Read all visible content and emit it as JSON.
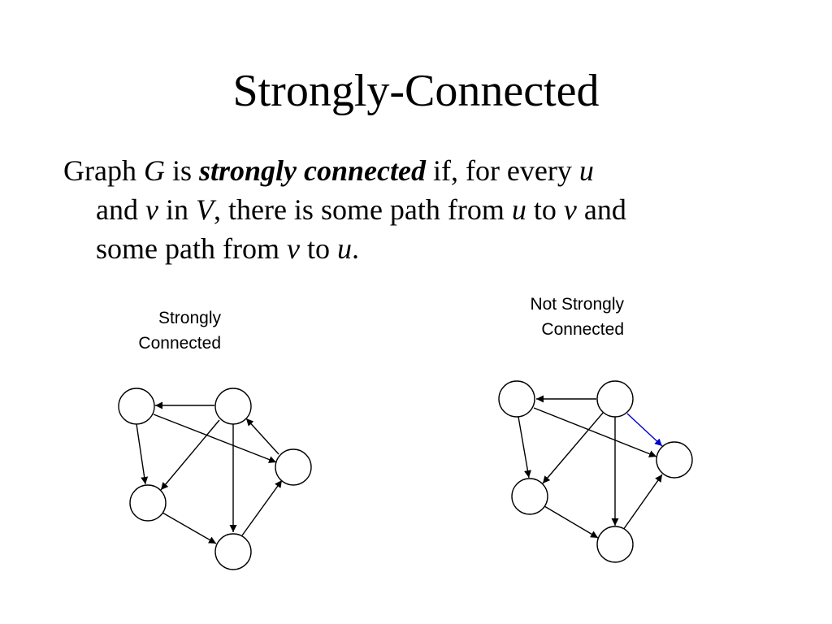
{
  "slide": {
    "title": "Strongly-Connected",
    "definition": {
      "line1": {
        "p1": "Graph ",
        "p2": "G",
        "p3": " is ",
        "p4": "strongly connected",
        "p5": " if, for every ",
        "p6": "u"
      },
      "line2": {
        "p1": "and ",
        "p2": "v",
        "p3": " in ",
        "p4": "V",
        "p5": ", there is some path from ",
        "p6": "u",
        "p7": " to ",
        "p8": "v",
        "p9": " and"
      },
      "line3": {
        "p1": "some path from ",
        "p2": "v",
        "p3": " to ",
        "p4": "u",
        "p5": "."
      }
    },
    "diagrams": {
      "left": {
        "label_line1": "Strongly",
        "label_line2": "Connected"
      },
      "right": {
        "label_line1": "Not Strongly",
        "label_line2": "Connected",
        "highlight_color": "#0000cc"
      }
    }
  }
}
